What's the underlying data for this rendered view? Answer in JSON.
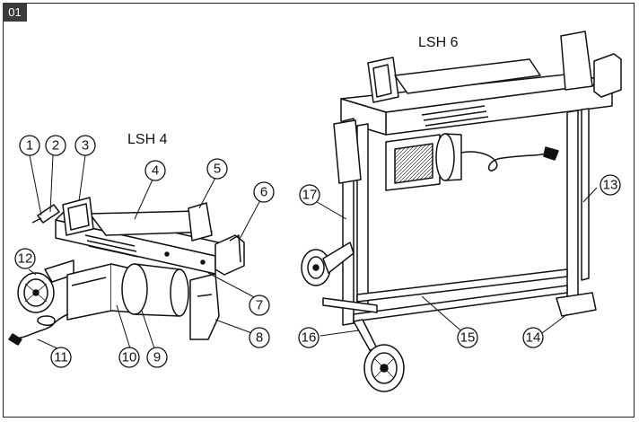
{
  "figure": {
    "badge": "01"
  },
  "models": {
    "left": "LSH 4",
    "right": "LSH 6"
  },
  "callouts": [
    "1",
    "2",
    "3",
    "4",
    "5",
    "6",
    "7",
    "8",
    "9",
    "10",
    "11",
    "12",
    "13",
    "14",
    "15",
    "16",
    "17"
  ],
  "colors": {
    "line": "#111111",
    "badge_bg": "#3a3a3a",
    "badge_text": "#ffffff"
  }
}
